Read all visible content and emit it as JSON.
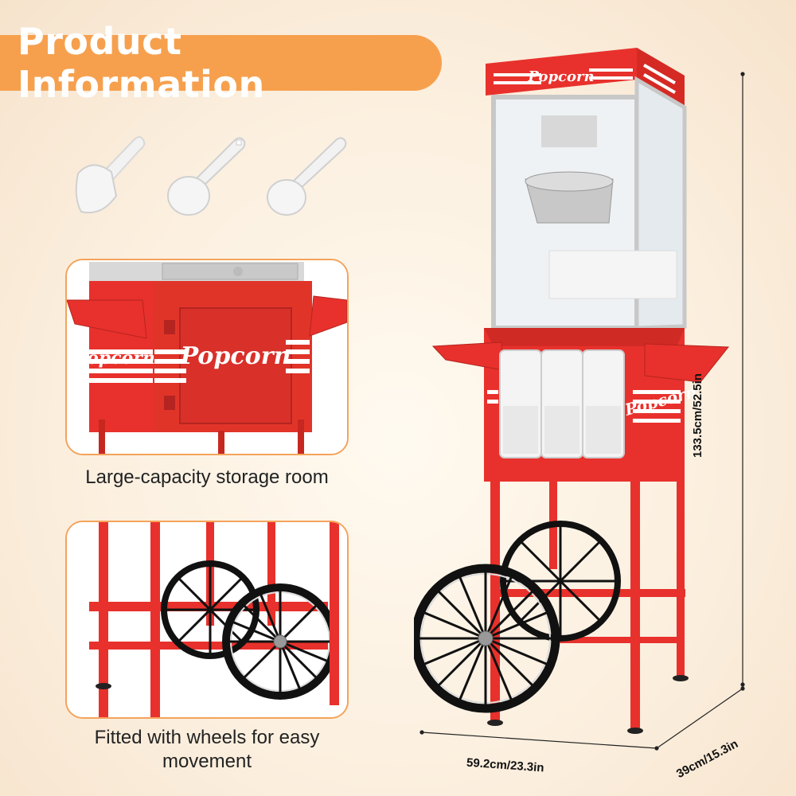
{
  "title": "Product Information",
  "captions": {
    "storage": "Large-capacity storage room",
    "wheels": "Fitted with wheels for easy movement"
  },
  "dimensions": {
    "height": "133.5cm/52.5in",
    "width": "59.2cm/23.3in",
    "depth": "39cm/15.3in"
  },
  "brand_logo_text": "Popcorn",
  "colors": {
    "accent_orange": "#f6a04e",
    "cart_red": "#e8312c",
    "panel_border": "#f4a35b"
  }
}
